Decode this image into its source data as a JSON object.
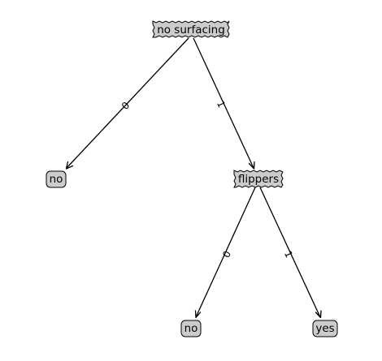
{
  "tree": {
    "root": {
      "label": "no surfacing",
      "kind": "decision"
    },
    "nodes": {
      "leaf_no_1": {
        "label": "no",
        "kind": "leaf"
      },
      "flippers": {
        "label": "flippers",
        "kind": "decision"
      },
      "leaf_no_2": {
        "label": "no",
        "kind": "leaf"
      },
      "leaf_yes": {
        "label": "yes",
        "kind": "leaf"
      }
    },
    "edges": {
      "root_to_no": {
        "label": "0"
      },
      "root_to_flippers": {
        "label": "1"
      },
      "flippers_to_no": {
        "label": "0"
      },
      "flippers_to_yes": {
        "label": "1"
      }
    }
  },
  "colors": {
    "node_fill": "#cccccc",
    "node_stroke": "#000000",
    "edge": "#000000",
    "background": "#ffffff"
  }
}
